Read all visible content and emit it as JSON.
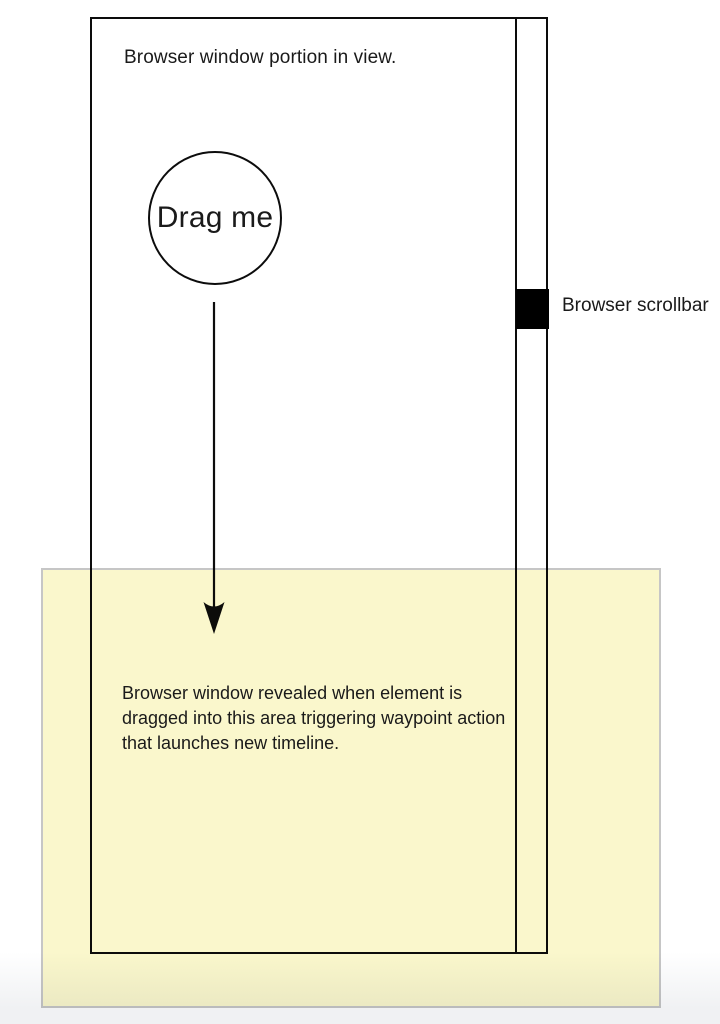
{
  "colors": {
    "line": "#0c0c0c",
    "text": "#1a1a1a",
    "thumb": "#000000",
    "waypoint-fill": "#faf7cc",
    "waypoint-border": "#c6c6c6",
    "page-fade": "#f0f1f3"
  },
  "diagram": {
    "browser_window": {
      "label": "Browser window portion in view."
    },
    "drag_element": {
      "label": "Drag me"
    },
    "scrollbar": {
      "label": "Browser scrollbar"
    },
    "arrow": {
      "name": "arrow-down",
      "direction": "down"
    },
    "waypoint_area": {
      "lines": [
        "Browser window revealed when element is",
        "dragged into this area triggering waypoint action",
        "that launches new timeline."
      ]
    }
  }
}
